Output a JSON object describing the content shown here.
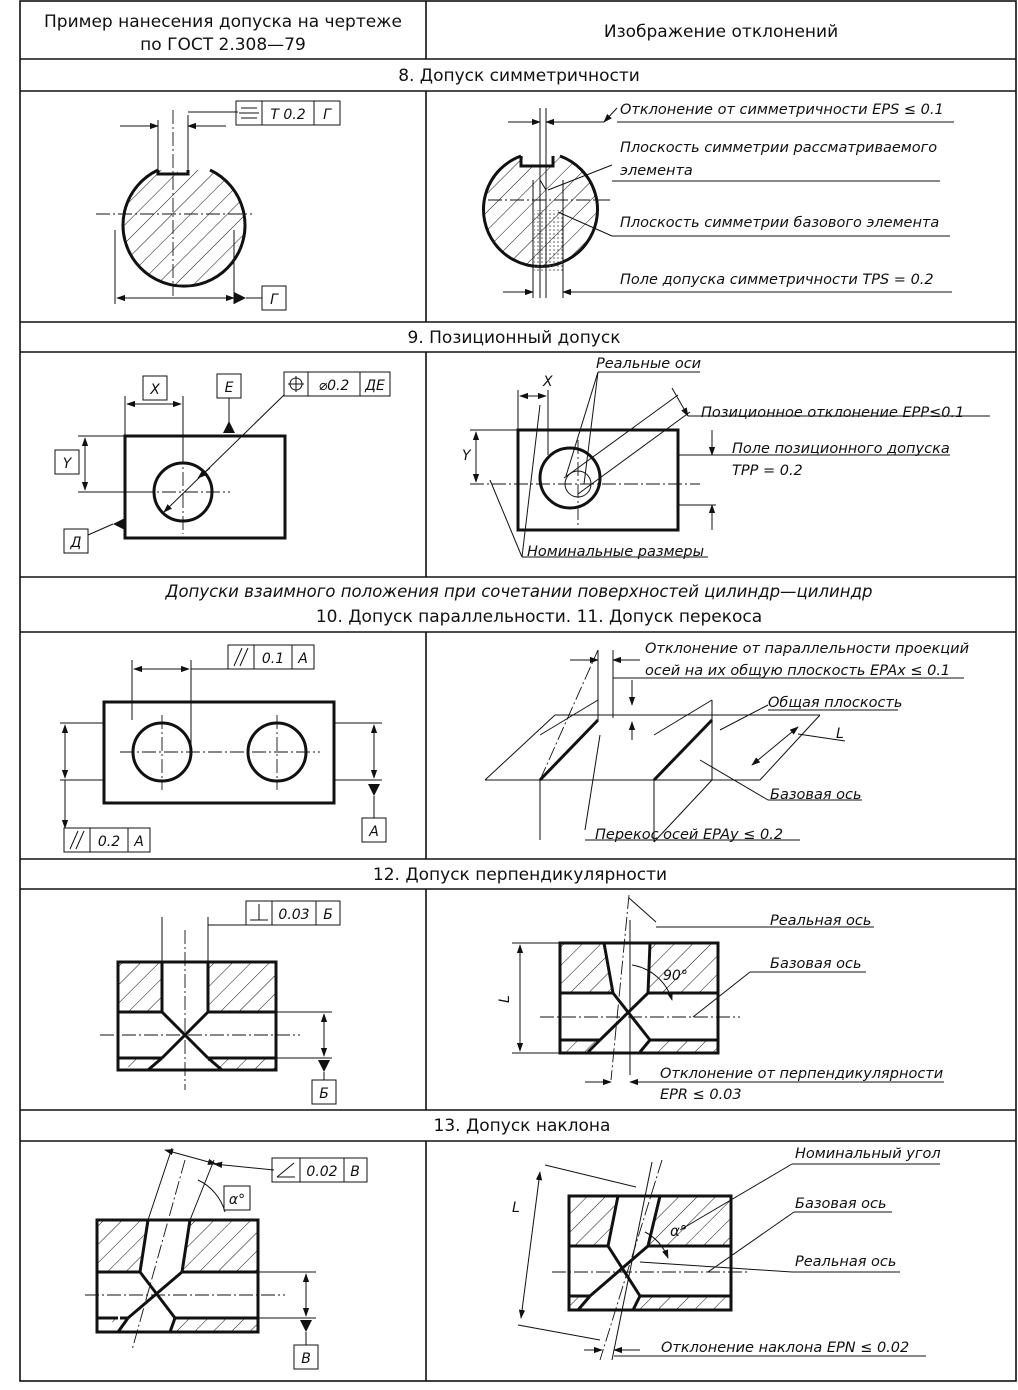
{
  "header": {
    "col1_line1": "Пример нанесения допуска на чертеже",
    "col1_line2": "по ГОСТ 2.308—79",
    "col2": "Изображение отклонений"
  },
  "sections": {
    "s8": "8. Допуск симметричности",
    "s9": "9. Позиционный допуск",
    "group": "Допуски взаимного положения при сочетании поверхностей цилиндр—цилиндр",
    "s10": "10. Допуск параллельности. 11. Допуск перекоса",
    "s12": "12. Допуск перпендикулярности",
    "s13": "13. Допуск наклона"
  },
  "frames": {
    "f8_value": "T 0.2",
    "f8_base": "Г",
    "f8_datum": "Г",
    "f9_value": "⌀0.2",
    "f9_base": "ДЕ",
    "f9_x": "X",
    "f9_y": "Y",
    "f9_e": "E",
    "f9_d": "Д",
    "f10_top_value": "0.1",
    "f10_top_base": "А",
    "f10_bot_value": "0.2",
    "f10_bot_base": "А",
    "f10_datum": "А",
    "f12_value": "0.03",
    "f12_base": "Б",
    "f12_datum": "Б",
    "f13_value": "0.02",
    "f13_base": "В",
    "f13_angle": "α°",
    "f13_datum": "В"
  },
  "notes": {
    "n8_1": "Отклонение от симметричности EPS ≤ 0.1",
    "n8_2a": "Плоскость симметрии рассматриваемого",
    "n8_2b": "элемента",
    "n8_3": "Плоскость симметрии базового элемента",
    "n8_4": "Поле допуска симметричности TPS = 0.2",
    "n9_1": "Реальные оси",
    "n9_2": "Позиционное отклонение EPP≤0.1",
    "n9_3a": "Поле позиционного допуска",
    "n9_3b": "TPP = 0.2",
    "n9_4": "Номинальные размеры",
    "n9_x": "X",
    "n9_y": "Y",
    "n10_1a": "Отклонение от параллельности проекций",
    "n10_1b": "осей на их общую плоскость EPAx ≤ 0.1",
    "n10_2": "Общая плоскость",
    "n10_l": "L",
    "n10_3": "Базовая ось",
    "n10_4": "Перекос осей EPAy ≤ 0.2",
    "n12_1": "Реальная ось",
    "n12_2": "Базовая ось",
    "n12_l": "L",
    "n12_ang": "90°",
    "n12_3a": "Отклонение от перпендикулярности",
    "n12_3b": "EPR ≤ 0.03",
    "n13_1": "Номинальный угол",
    "n13_2": "Базовая ось",
    "n13_3": "Реальная ось",
    "n13_ang": "α°",
    "n13_l": "L",
    "n13_4": "Отклонение наклона EPN ≤ 0.02"
  }
}
